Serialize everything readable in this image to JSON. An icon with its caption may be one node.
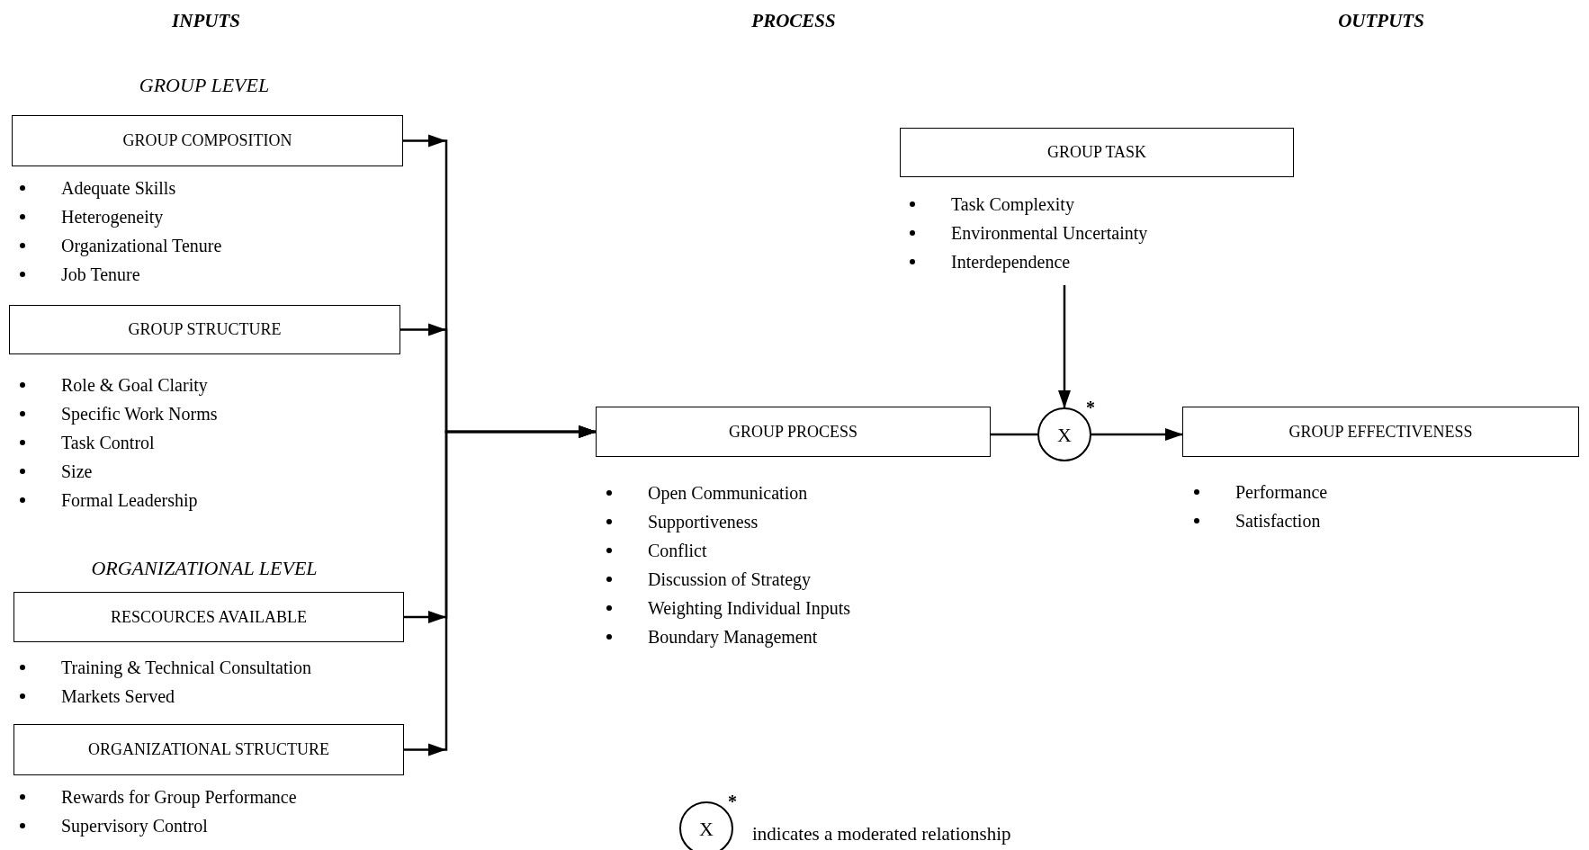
{
  "diagram": {
    "nodes": [
      {
        "text": [
          "GROUP COMPOSITION"
        ],
        "beside": [
          "Adequate Skills",
          "Heterogeneity",
          "Organizational Tenure",
          "Job Tenure"
        ]
      },
      {
        "text": [
          "GROUP STRUCTURE"
        ],
        "beside": [
          "Role & Goal Clarity",
          "Specific Work Norms",
          "Task Control",
          "Size",
          "Formal Leadership"
        ]
      },
      {
        "text": [
          "RESCOURCES AVAILABLE"
        ],
        "beside": [
          "Training & Technical Consultation",
          "Markets Served"
        ]
      },
      {
        "text": [
          "ORGANIZATIONAL STRUCTURE"
        ],
        "beside": [
          "Rewards for Group Performance",
          "Supervisory Control"
        ]
      },
      {
        "text": [
          "GROUP TASK"
        ],
        "beside": [
          "Task Complexity",
          "Environmental Uncertainty",
          "Interdependence"
        ]
      },
      {
        "text": [
          "GROUP PROCESS"
        ],
        "beside": [
          "Open Communication",
          "Supportiveness",
          "Conflict",
          "Discussion of Strategy",
          "Weighting Individual Inputs",
          "Boundary Management"
        ]
      },
      {
        "text": [
          "X"
        ],
        "beside": [
          "*"
        ]
      },
      {
        "text": [
          "GROUP EFFECTIVENESS"
        ],
        "beside": [
          "Performance",
          "Satisfaction"
        ]
      },
      {
        "text": [
          "X"
        ],
        "beside": [
          "*"
        ]
      }
    ],
    "edges": [
      {
        "from": 0,
        "to": 5,
        "arrow": "to"
      },
      {
        "from": 1,
        "to": 5,
        "arrow": "to"
      },
      {
        "from": 2,
        "to": 5,
        "arrow": "to"
      },
      {
        "from": 3,
        "to": 5,
        "arrow": "to"
      },
      {
        "from": 4,
        "to": 6,
        "arrow": "to"
      },
      {
        "from": 5,
        "to": 6,
        "arrow": "none"
      },
      {
        "from": 6,
        "to": 7,
        "arrow": "to"
      }
    ],
    "labels": [
      "INPUTS",
      "PROCESS",
      "OUTPUTS",
      "GROUP LEVEL",
      "ORGANIZATIONAL LEVEL",
      "indicates a moderated relationship"
    ]
  }
}
